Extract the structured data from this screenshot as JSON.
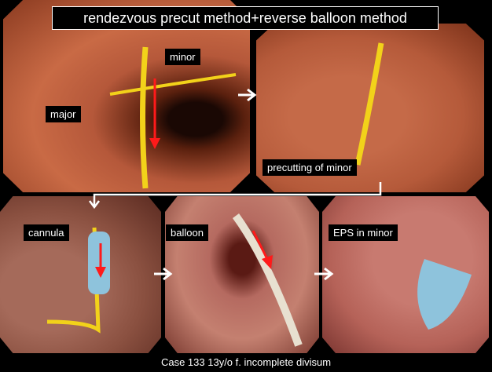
{
  "title": "rendezvous precut method+reverse balloon method",
  "panels": {
    "top_left": {
      "labels": [
        "minor",
        "major"
      ]
    },
    "top_right": {
      "label": "precutting of minor"
    },
    "bottom_left": {
      "label": "cannula"
    },
    "bottom_middle": {
      "label": "balloon"
    },
    "bottom_right": {
      "label": "EPS in minor"
    }
  },
  "caption": "Case 133  13y/o f. incomplete divisum",
  "colors": {
    "arrow_red": "#ff1a1a",
    "guidewire_yellow": "#f2d21a",
    "connector_white": "#ffffff"
  }
}
